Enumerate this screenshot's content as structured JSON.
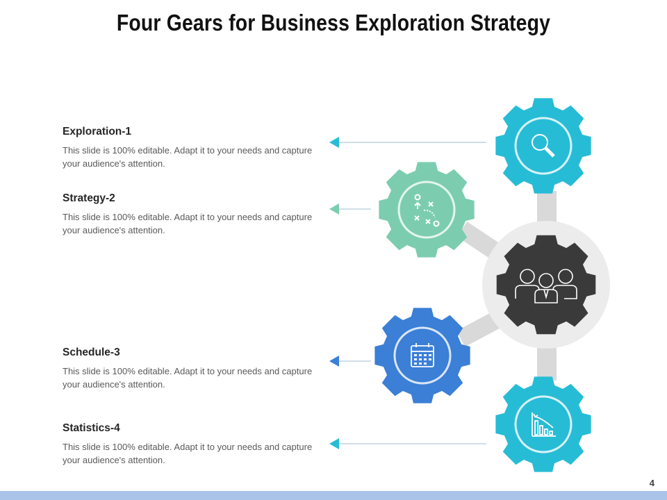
{
  "slide": {
    "title": "Four Gears for Business Exploration Strategy",
    "page_number": "4"
  },
  "items": [
    {
      "title": "Exploration-1",
      "desc": "This slide is 100% editable. Adapt it to your needs and capture your audience's attention.",
      "color": "#27bcd6",
      "icon": "magnifier-icon"
    },
    {
      "title": "Strategy-2",
      "desc": "This slide is 100% editable. Adapt it to your needs and capture your audience's attention.",
      "color": "#7ccdb0",
      "icon": "game-plan-icon"
    },
    {
      "title": "Schedule-3",
      "desc": "This slide is 100% editable. Adapt it to your needs and capture your audience's attention.",
      "color": "#3b7fd6",
      "icon": "calendar-icon"
    },
    {
      "title": "Statistics-4",
      "desc": "This slide is 100% editable. Adapt it to your needs and capture your audience's attention.",
      "color": "#27bcd6",
      "icon": "bar-chart-icon"
    }
  ],
  "center": {
    "color": "#3a3a3a",
    "ring_color": "#ececec",
    "icon": "team-icon"
  },
  "colors": {
    "connector": "#d9d9d9",
    "footer": "#a9c4e8"
  }
}
